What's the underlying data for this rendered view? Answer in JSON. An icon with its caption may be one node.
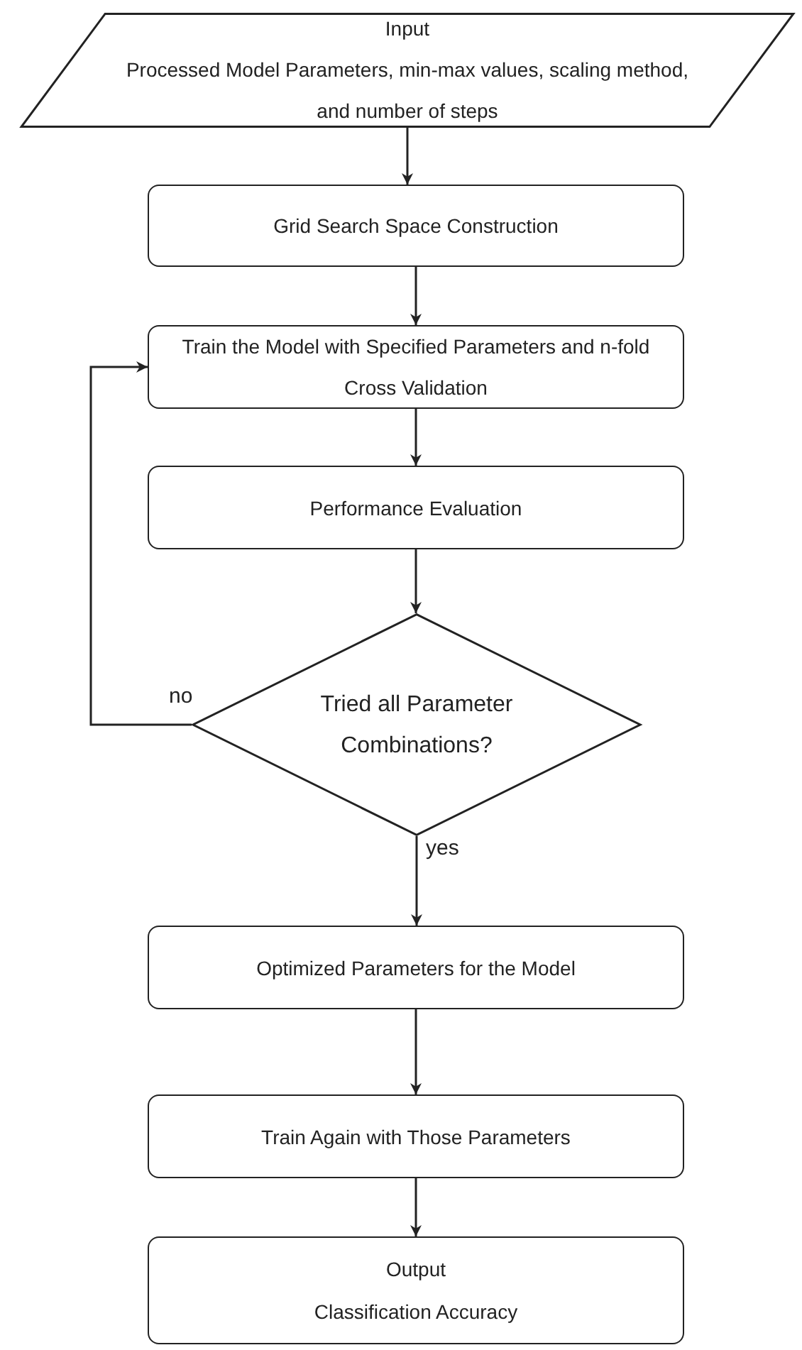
{
  "diagram": {
    "nodes": [
      {
        "text": [
          "Input",
          "Processed Model Parameters, min-max values, scaling method, and number of steps"
        ]
      },
      {
        "text": [
          "Grid Search Space Construction"
        ]
      },
      {
        "text": [
          "Train the Model with Specified Parameters and n-fold Cross Validation"
        ]
      },
      {
        "text": [
          "Performance Evaluation"
        ]
      },
      {
        "text": [
          "Tried all Parameter Combinations?"
        ]
      },
      {
        "text": [
          "Optimized Parameters for the Model"
        ]
      },
      {
        "text": [
          "Train Again with Those Parameters"
        ]
      },
      {
        "text": [
          "Output",
          "Classification Accuracy"
        ]
      }
    ],
    "edges": [
      {
        "from": 0,
        "to": 1,
        "arrow": "to"
      },
      {
        "from": 1,
        "to": 2,
        "arrow": "to"
      },
      {
        "from": 2,
        "to": 3,
        "arrow": "to"
      },
      {
        "from": 3,
        "to": 4,
        "arrow": "to"
      },
      {
        "from": 4,
        "to": 2,
        "arrow": "to",
        "label": "no"
      },
      {
        "from": 4,
        "to": 5,
        "arrow": "to",
        "label": "yes"
      },
      {
        "from": 5,
        "to": 6,
        "arrow": "to"
      },
      {
        "from": 6,
        "to": 7,
        "arrow": "to"
      }
    ]
  }
}
